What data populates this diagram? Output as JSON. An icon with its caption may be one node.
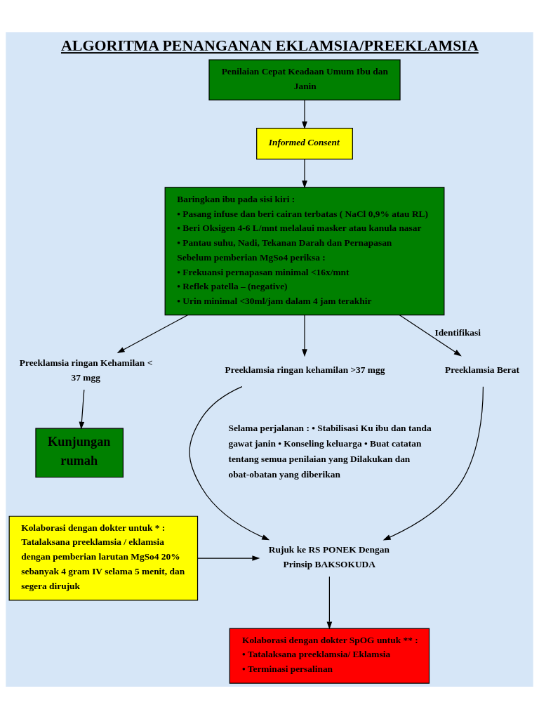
{
  "diagram": {
    "title": "ALGORITMA PENANGANAN EKLAMSIA/PREEKLAMSIA",
    "nodes": [
      {
        "text": [
          "Penilaian Cepat Keadaan Umum Ibu dan Janin"
        ]
      },
      {
        "text": [
          "Informed Consent"
        ]
      },
      {
        "text": [
          "Baringkan ibu pada sisi kiri :",
          "• Pasang infuse dan beri cairan terbatas ( NaCl 0,9% atau RL)",
          "• Beri Oksigen 4-6 L/mnt melalaui masker atau kanula nasar",
          "• Pantau suhu, Nadi, Tekanan Darah dan Pernapasan",
          "Sebelum pemberian MgSo4 periksa :",
          "• Frekuansi pernapasan minimal <16x/mnt",
          "• Reflek patella – (negative)",
          "• Urin minimal <30ml/jam dalam 4 jam terakhir"
        ]
      },
      {
        "text": [
          "Preeklamsia ringan Kehamilan < 37 mgg"
        ]
      },
      {
        "text": [
          "Preeklamsia ringan kehamilan >37 mgg"
        ]
      },
      {
        "text": [
          "Preeklamsia Berat"
        ]
      },
      {
        "text": [
          "Kunjungan rumah"
        ]
      },
      {
        "text": [
          "Kolaborasi dengan dokter untuk * :",
          "Tatalaksana preeklamsia / eklamsia dengan pemberian larutan MgSo4 20% sebanyak 4 gram IV selama 5 menit, dan segera dirujuk"
        ]
      },
      {
        "text": [
          "Rujuk ke RS PONEK Dengan Prinsip BAKSOKUDA"
        ]
      },
      {
        "text": [
          "Kolaborasi dengan dokter SpOG untuk ** :",
          "• Tatalaksana preeklamsia/ Eklamsia",
          "• Terminasi persalinan"
        ]
      }
    ],
    "edges": [
      {
        "from": 0,
        "to": 1,
        "arrow": "to"
      },
      {
        "from": 1,
        "to": 2,
        "arrow": "to"
      },
      {
        "from": 2,
        "to": 3,
        "arrow": "to"
      },
      {
        "from": 2,
        "to": 4,
        "arrow": "to"
      },
      {
        "from": 2,
        "to": 5,
        "arrow": "to",
        "label": "Identifikasi"
      },
      {
        "from": 3,
        "to": 6,
        "arrow": "to"
      },
      {
        "from": 4,
        "to": 8,
        "arrow": "to"
      },
      {
        "from": 5,
        "to": 8,
        "arrow": "to"
      },
      {
        "from": 7,
        "to": 8,
        "arrow": "to"
      },
      {
        "from": 8,
        "to": 9,
        "arrow": "to"
      }
    ],
    "labels": [
      "Selama perjalanan : • Stabilisasi Ku ibu dan tanda gawat janin • Konseling keluarga • Buat catatan tentang semua penilaian yang Dilakukan dan obat-obatan yang diberikan"
    ]
  }
}
